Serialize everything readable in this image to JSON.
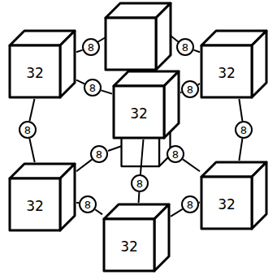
{
  "diagram": {
    "nodes": [
      {
        "text": [
          "8"
        ]
      },
      {
        "text": [
          "8"
        ]
      },
      {
        "text": [
          "32"
        ]
      },
      {
        "text": [
          "32"
        ]
      },
      {
        "text": [
          "8"
        ]
      },
      {
        "text": [
          "8"
        ]
      },
      {
        "text": [
          "32"
        ]
      },
      {
        "text": [
          "8"
        ]
      },
      {
        "text": [
          "8"
        ]
      },
      {
        "text": [
          "8"
        ]
      },
      {
        "text": [
          "8"
        ]
      },
      {
        "text": [
          "8"
        ]
      },
      {
        "text": [
          "32"
        ]
      },
      {
        "text": [
          "32"
        ]
      },
      {
        "text": [
          "8"
        ]
      },
      {
        "text": [
          "8"
        ]
      },
      {
        "text": [
          "32"
        ]
      }
    ],
    "edges": [
      {
        "from": 2,
        "to": 0,
        "arrow": "none"
      },
      {
        "from": 2,
        "to": 4,
        "arrow": "none"
      },
      {
        "from": 2,
        "to": 8,
        "arrow": "none"
      },
      {
        "from": 3,
        "to": 1,
        "arrow": "none"
      },
      {
        "from": 3,
        "to": 5,
        "arrow": "none"
      },
      {
        "from": 3,
        "to": 7,
        "arrow": "none"
      },
      {
        "from": 6,
        "to": 4,
        "arrow": "none"
      },
      {
        "from": 6,
        "to": 5,
        "arrow": "none"
      },
      {
        "from": 6,
        "to": 11,
        "arrow": "none"
      },
      {
        "from": 12,
        "to": 8,
        "arrow": "none"
      },
      {
        "from": 12,
        "to": 9,
        "arrow": "none"
      },
      {
        "from": 12,
        "to": 14,
        "arrow": "none"
      },
      {
        "from": 13,
        "to": 7,
        "arrow": "none"
      },
      {
        "from": 13,
        "to": 10,
        "arrow": "none"
      },
      {
        "from": 13,
        "to": 15,
        "arrow": "none"
      },
      {
        "from": 16,
        "to": 11,
        "arrow": "none"
      },
      {
        "from": 16,
        "to": 14,
        "arrow": "none"
      },
      {
        "from": 16,
        "to": 15,
        "arrow": "none"
      }
    ]
  }
}
